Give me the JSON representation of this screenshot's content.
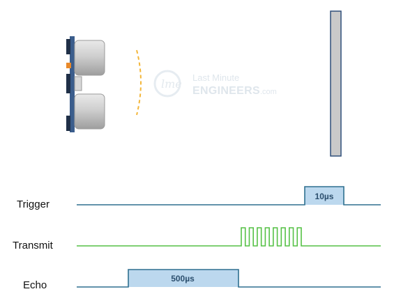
{
  "colors": {
    "trigger": "#2f6f8f",
    "transmit": "#55c145",
    "echo": "#2f6f8f",
    "pulse_fill": "#bcd8ee",
    "pulse_text": "#2c4f6e",
    "wave": "#f3b63a",
    "board": "#3b5d8c",
    "obstacle_fill": "#c9c9c9",
    "obstacle_border": "#2f4f7a",
    "watermark": "#dfe6ec"
  },
  "watermark": {
    "line1": "Last Minute",
    "line2": "ENGINEERS",
    "suffix": ".com"
  },
  "signals": {
    "trigger": {
      "label": "Trigger",
      "pulse_label": "10µs"
    },
    "transmit": {
      "label": "Transmit",
      "burst_cycles": 8
    },
    "echo": {
      "label": "Echo",
      "pulse_label": "500µs"
    }
  },
  "icons": {
    "sensor": "ultrasonic-sensor-icon",
    "wave": "sound-wave-arc-icon",
    "obstacle": "obstacle-wall-icon",
    "logo": "lme-logo-icon"
  }
}
